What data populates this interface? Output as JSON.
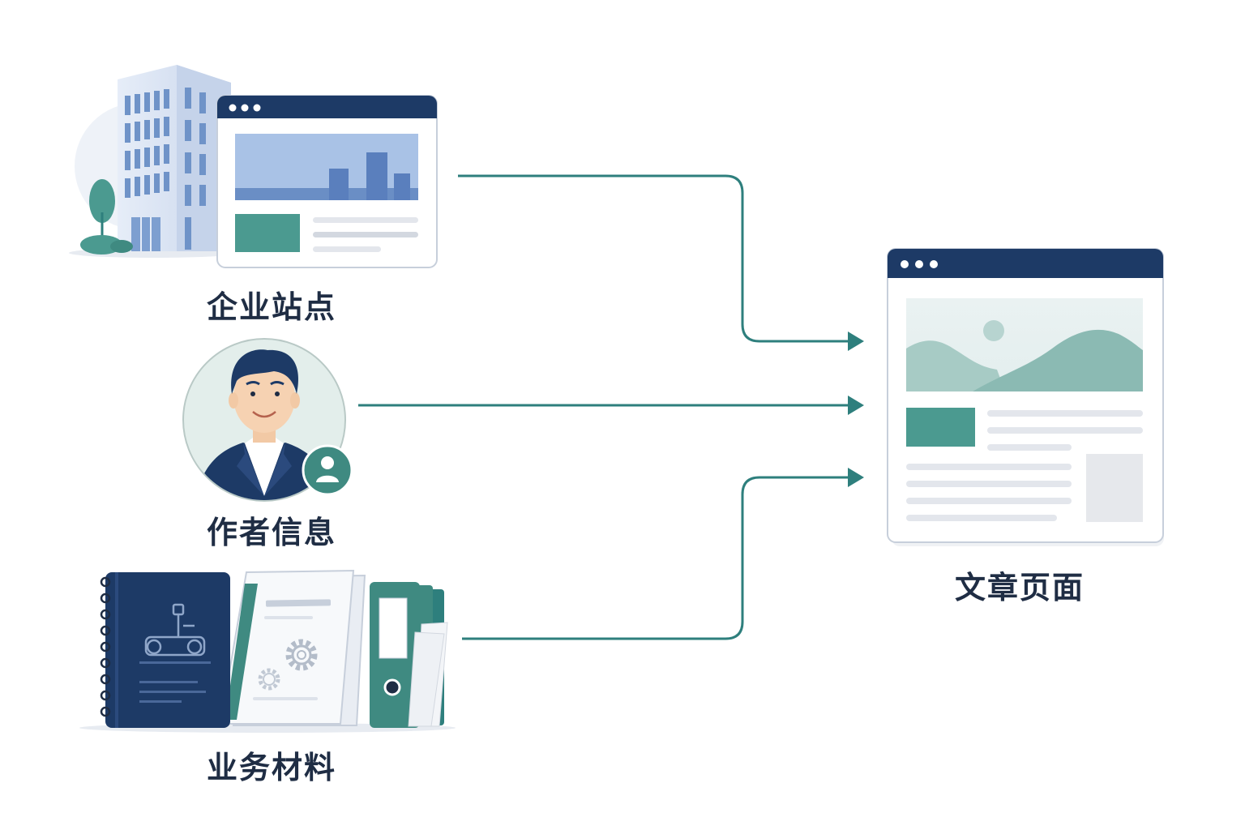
{
  "sources": [
    {
      "id": "enterprise",
      "label": "企业站点",
      "icon": "office-building-with-website-icon"
    },
    {
      "id": "author",
      "label": "作者信息",
      "icon": "author-avatar-icon"
    },
    {
      "id": "materials",
      "label": "业务材料",
      "icon": "business-documents-icon"
    }
  ],
  "target": {
    "label": "文章页面",
    "icon": "article-page-icon"
  },
  "colors": {
    "navy": "#1d3a66",
    "teal": "#2e7f7d",
    "teal_block": "#4b9a90",
    "chart_blue": "#a9c2e6",
    "label_text": "#1f2d44"
  }
}
